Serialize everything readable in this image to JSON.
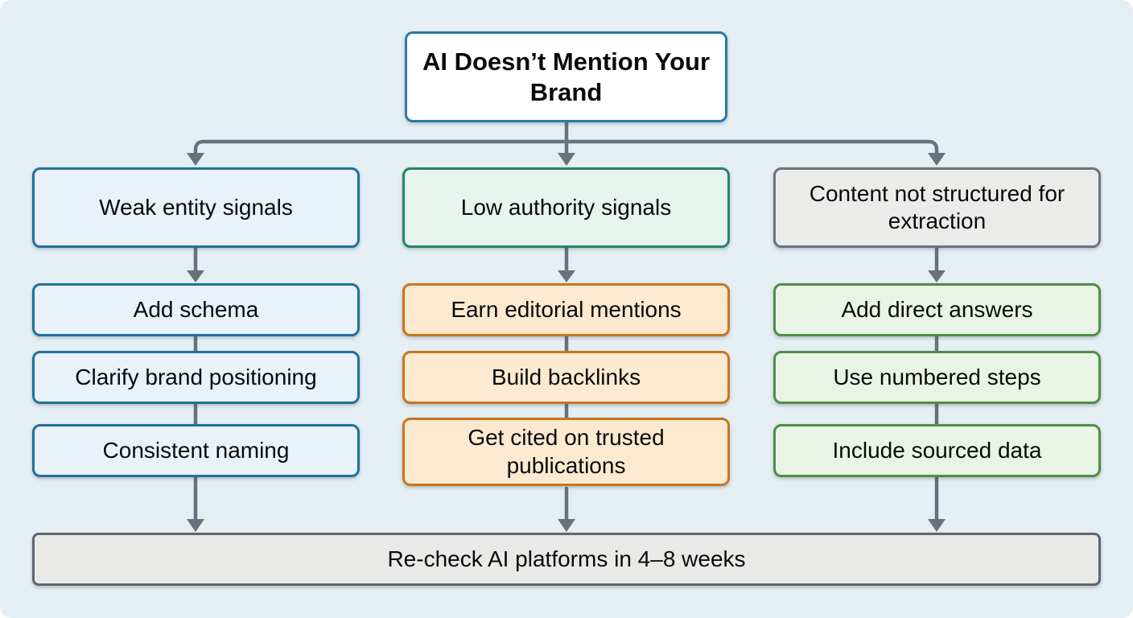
{
  "flowchart": {
    "root": {
      "label": "AI Doesn’t Mention Your Brand"
    },
    "columns": [
      {
        "header": "Weak entity signals",
        "theme": "blue",
        "items": [
          "Add schema",
          "Clarify brand positioning",
          "Consistent naming"
        ]
      },
      {
        "header": "Low authority signals",
        "theme": "orange",
        "items": [
          "Earn editorial mentions",
          "Build backlinks",
          "Get cited on trusted publications"
        ]
      },
      {
        "header": "Content not structured for extraction",
        "theme": "green",
        "items": [
          "Add direct answers",
          "Use numbered steps",
          "Include sourced data"
        ]
      }
    ],
    "footer": {
      "label": "Re-check AI platforms in 4–8 weeks"
    },
    "colors": {
      "background": "#e5eef3",
      "connector": "#68727c",
      "text": "#0a0a0a",
      "root_fill": "#ffffff",
      "root_border": "#2a7aa9",
      "blue_fill": "#e9f1f9",
      "blue_border": "#20709f",
      "teal_fill": "#e7f3ed",
      "teal_border": "#28826b",
      "orange_fill": "#fcead0",
      "orange_border": "#c8761f",
      "green_fill": "#e9f4e6",
      "green_border": "#4f8f42",
      "gray_fill": "#ebebe9",
      "gray_border": "#6b747d",
      "footer_fill": "#e9e9e7",
      "footer_border": "#5d6772"
    }
  }
}
